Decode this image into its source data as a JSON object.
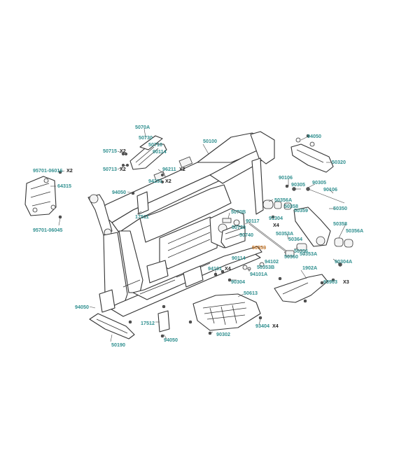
{
  "colors": {
    "label": "#2f8f8f",
    "highlight": "#c8731f",
    "quantity": "#222222",
    "line": "#333333"
  },
  "labels": {
    "p94050_top": "94050",
    "p50320": "50320",
    "p5070A": "5070A",
    "p50730": "50730",
    "p50710": "50710",
    "p90114_top": "90114",
    "p50100": "50100",
    "p50715": "50715",
    "p50713": "50713",
    "p96211": "96211",
    "p94251": "94251",
    "p95701_06016": "95701-06016",
    "p64315": "64315",
    "p94050_left": "94050",
    "p17511": "17511",
    "p95701_06045": "95701-06045",
    "p90106_a": "90106",
    "p90305_a": "90305",
    "p90305_b": "90305",
    "p90106_b": "90106",
    "p50356A_a": "50356A",
    "p50358_a": "50358",
    "p50359": "50359",
    "p50350": "50350",
    "p91304": "91304",
    "p5070B": "5070B",
    "p90117": "90117",
    "p50720": "50720",
    "p50740": "50740",
    "p50358_b": "50358",
    "p50356A_b": "50356A",
    "p50353A_a": "50353A",
    "p50364": "50364",
    "p50353": "50353",
    "p90114_mid": "90114",
    "p50356": "50356",
    "p94102": "94102",
    "p50360": "50360",
    "p50353A_b": "50353A",
    "p90304A": "90304A",
    "p94101": "94101",
    "p50353B": "50353B",
    "p94101A": "94101A",
    "p1902A": "1902A",
    "p90304": "90304",
    "p93903": "93903",
    "p50613": "50613",
    "p94050_bl": "94050",
    "p17512": "17512",
    "p93404": "93404",
    "p90302": "90302",
    "p50190": "50190",
    "p94050_bottom": "94050"
  },
  "quantities": {
    "x2_a": "X2",
    "x2_b": "X2",
    "x2_c": "X2",
    "x2_d": "X2",
    "x2_e": "X2",
    "x4_a": "X4",
    "x4_b": "X4",
    "x3": "X3",
    "x4_c": "X4"
  }
}
